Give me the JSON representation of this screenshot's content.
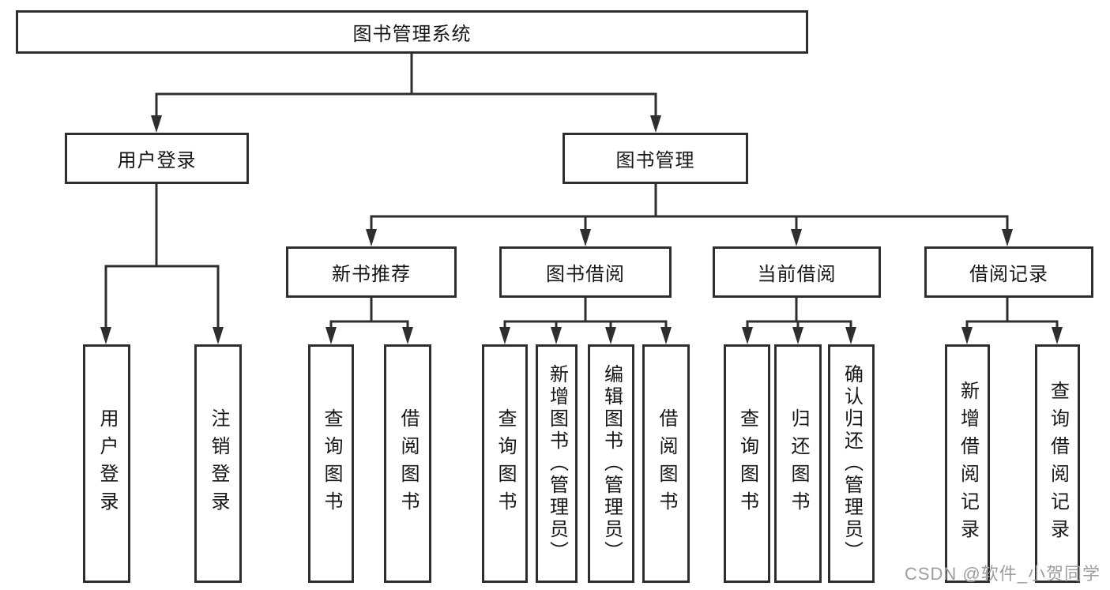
{
  "diagram": {
    "title": "图书管理系统",
    "nodes": {
      "root": "图书管理系统",
      "user_login": "用户登录",
      "book_management": "图书管理",
      "new_book_recommendation": "新书推荐",
      "book_borrowing": "图书借阅",
      "current_borrowing": "当前借阅",
      "borrowing_records": "借阅记录",
      "leaf_user_login": "用户登录",
      "leaf_logout": "注销登录",
      "leaf_nb_query": "查询图书",
      "leaf_nb_borrow": "借阅图书",
      "leaf_bb_query": "查询图书",
      "leaf_bb_add": "新增图书（管理员）",
      "leaf_bb_edit": "编辑图书（管理员）",
      "leaf_bb_borrow": "借阅图书",
      "leaf_cb_query": "查询图书",
      "leaf_cb_return": "归还图书",
      "leaf_cb_confirm": "确认归还（管理员）",
      "leaf_br_add": "新增借阅记录",
      "leaf_br_query": "查询借阅记录"
    },
    "hierarchy": {
      "图书管理系统": {
        "用户登录": [
          "用户登录",
          "注销登录"
        ],
        "图书管理": {
          "新书推荐": [
            "查询图书",
            "借阅图书"
          ],
          "图书借阅": [
            "查询图书",
            "新增图书（管理员）",
            "编辑图书（管理员）",
            "借阅图书"
          ],
          "当前借阅": [
            "查询图书",
            "归还图书",
            "确认归还（管理员）"
          ],
          "借阅记录": [
            "新增借阅记录",
            "查询借阅记录"
          ]
        }
      }
    }
  },
  "watermark": "CSDN @软件_小贺同学",
  "colors": {
    "line": "#2e2e2e",
    "text": "#161616",
    "watermark": "#9e9e9e",
    "background": "#ffffff"
  }
}
